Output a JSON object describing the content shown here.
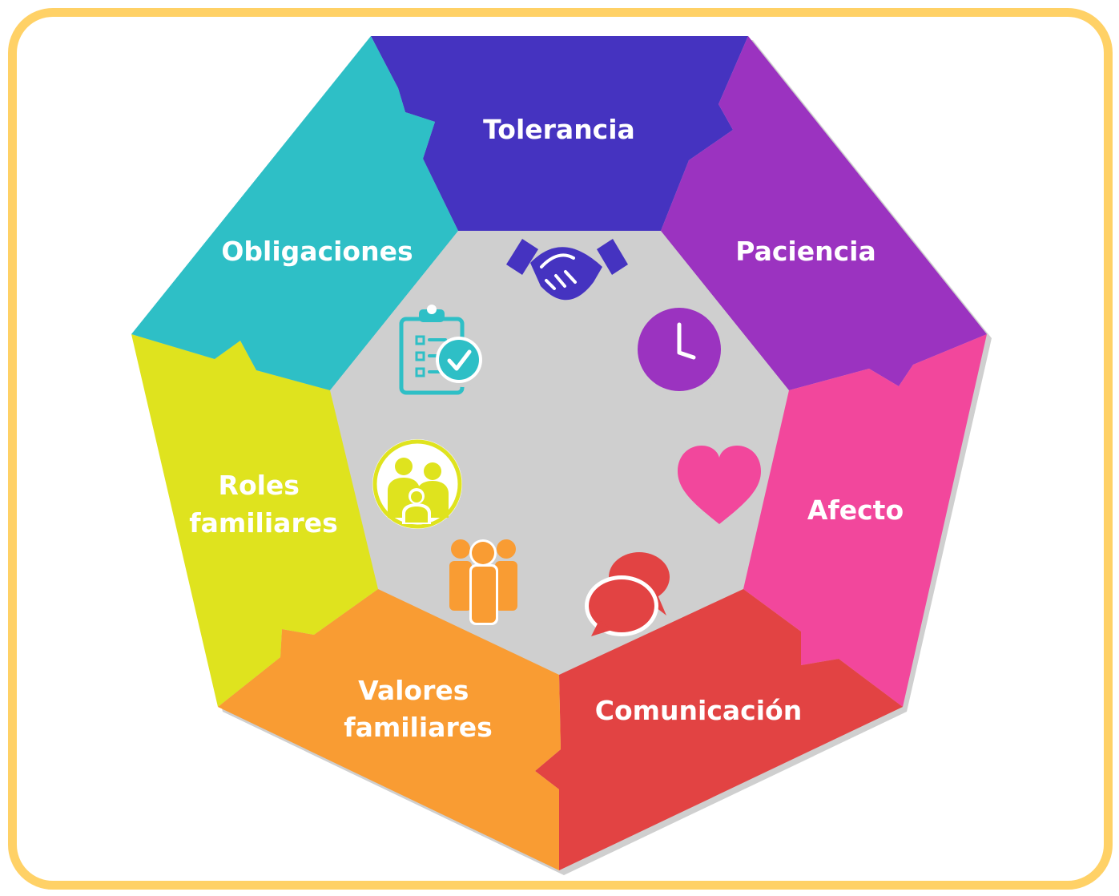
{
  "diagram": {
    "segments": [
      {
        "id": "tolerancia",
        "label_lines": [
          "Tolerancia"
        ],
        "color": "#4533C0",
        "icon": "handshake-icon"
      },
      {
        "id": "paciencia",
        "label_lines": [
          "Paciencia"
        ],
        "color": "#9B33C0",
        "icon": "clock-icon"
      },
      {
        "id": "afecto",
        "label_lines": [
          "Afecto"
        ],
        "color": "#F2479C",
        "icon": "heart-icon"
      },
      {
        "id": "comunicacion",
        "label_lines": [
          "Comunicación"
        ],
        "color": "#E24343",
        "icon": "chat-bubbles-icon"
      },
      {
        "id": "valores-familiares",
        "label_lines": [
          "Valores",
          "familiares"
        ],
        "color": "#F99C33",
        "icon": "group-people-icon"
      },
      {
        "id": "roles-familiares",
        "label_lines": [
          "Roles",
          "familiares"
        ],
        "color": "#DFE31E",
        "icon": "family-icon"
      },
      {
        "id": "obligaciones",
        "label_lines": [
          "Obligaciones"
        ],
        "color": "#2EBFC6",
        "icon": "clipboard-check-icon"
      }
    ],
    "frame_color": "#FFD166"
  }
}
